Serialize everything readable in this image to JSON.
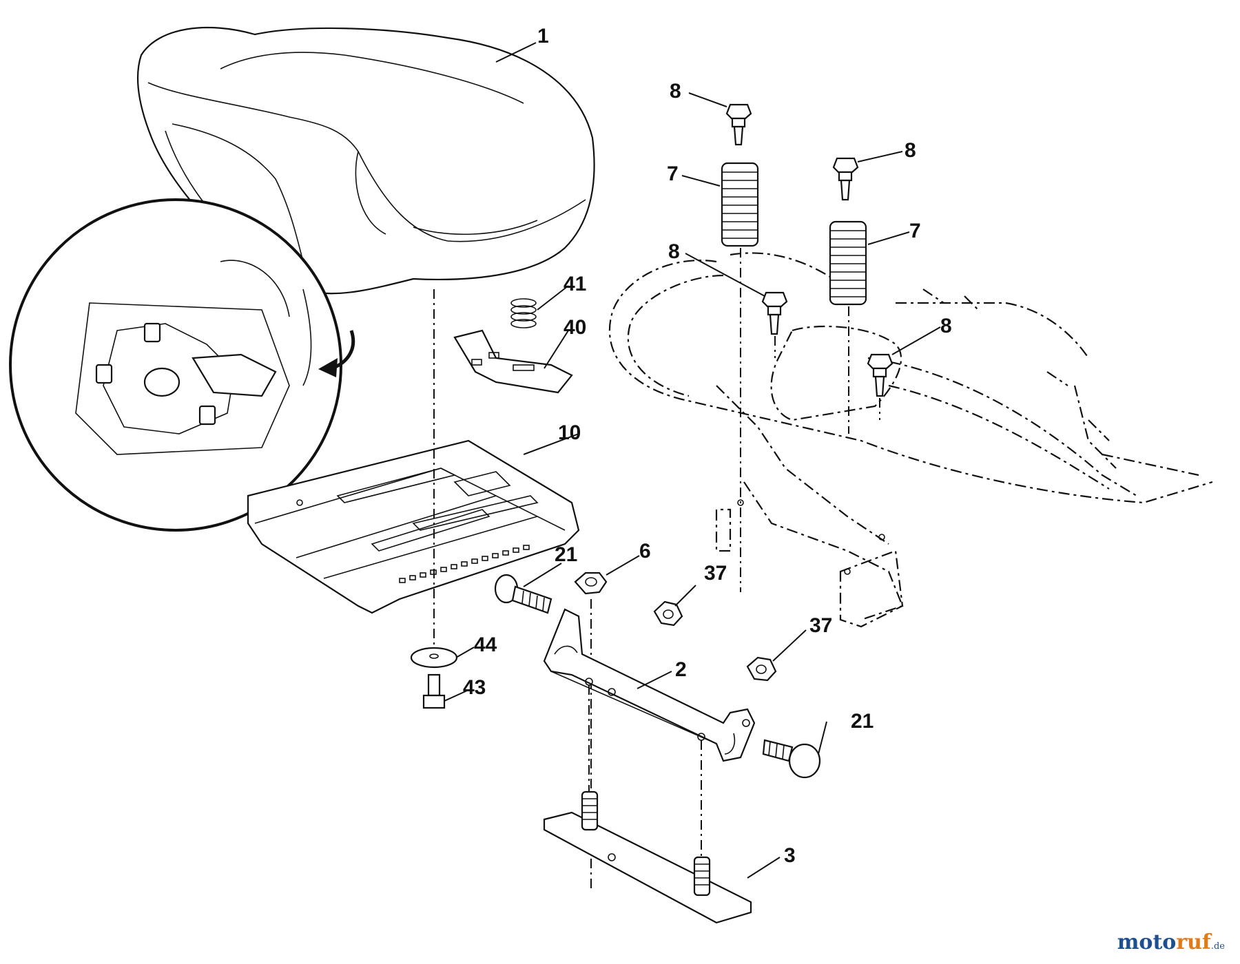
{
  "callouts": [
    {
      "id": "c1",
      "text": "1"
    },
    {
      "id": "c2",
      "text": "2"
    },
    {
      "id": "c3",
      "text": "3"
    },
    {
      "id": "c6",
      "text": "6"
    },
    {
      "id": "c7a",
      "text": "7"
    },
    {
      "id": "c7b",
      "text": "7"
    },
    {
      "id": "c8a",
      "text": "8"
    },
    {
      "id": "c8b",
      "text": "8"
    },
    {
      "id": "c8c",
      "text": "8"
    },
    {
      "id": "c8d",
      "text": "8"
    },
    {
      "id": "c10",
      "text": "10"
    },
    {
      "id": "c21a",
      "text": "21"
    },
    {
      "id": "c21b",
      "text": "21"
    },
    {
      "id": "c37a",
      "text": "37"
    },
    {
      "id": "c37b",
      "text": "37"
    },
    {
      "id": "c40",
      "text": "40"
    },
    {
      "id": "c41",
      "text": "41"
    },
    {
      "id": "c43",
      "text": "43"
    },
    {
      "id": "c44",
      "text": "44"
    }
  ],
  "watermark": {
    "part1": "moto",
    "part2": "ruf",
    "suffix": ".de"
  }
}
